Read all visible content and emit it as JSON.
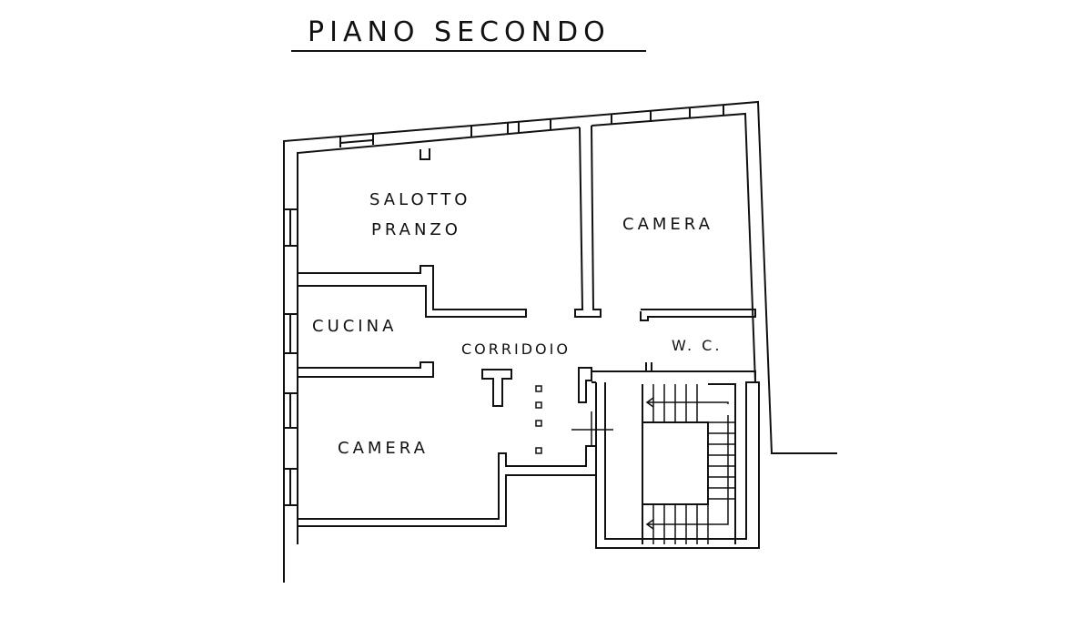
{
  "title": "PIANO SECONDO",
  "rooms": {
    "salotto": [
      "SALOTTO",
      "PRANZO"
    ],
    "camera_top": "CAMERA",
    "cucina": "CUCINA",
    "corridoio": "CORRIDOIO",
    "wc": "W. C.",
    "camera_bottom": "CAMERA"
  },
  "colors": {
    "ink": "#111111",
    "paper": "#ffffff"
  }
}
